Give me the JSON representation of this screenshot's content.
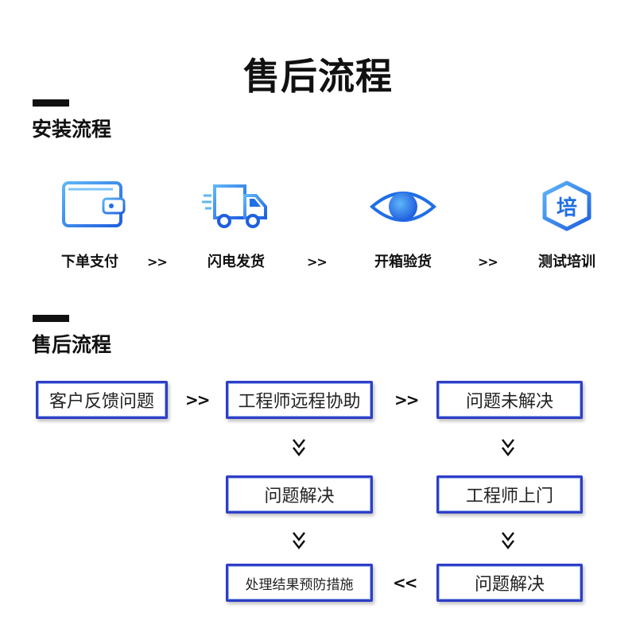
{
  "title": "售后流程",
  "install": {
    "heading": "安装流程",
    "steps": [
      {
        "label": "下单支付",
        "icon": "wallet-icon"
      },
      {
        "label": "闪电发货",
        "icon": "delivery-truck-icon"
      },
      {
        "label": "开箱验货",
        "icon": "eye-icon"
      },
      {
        "label": "测试培训",
        "icon": "training-hexagon-icon"
      }
    ],
    "separator": ">>",
    "icon_text": "培"
  },
  "after_sales": {
    "heading": "售后流程",
    "nodes": {
      "customer_feedback": "客户反馈问题",
      "remote_help": "工程师远程协助",
      "unresolved": "问题未解决",
      "solved_remote": "问题解决",
      "onsite": "工程师上门",
      "prevention": "处理结果预防措施",
      "solved_onsite": "问题解决"
    },
    "arrow_right": ">>",
    "arrow_left": "<<"
  },
  "colors": {
    "node_border": "#2f3ec7",
    "icon_blue": "#1f6fe6",
    "icon_light": "#5fb6f7"
  }
}
